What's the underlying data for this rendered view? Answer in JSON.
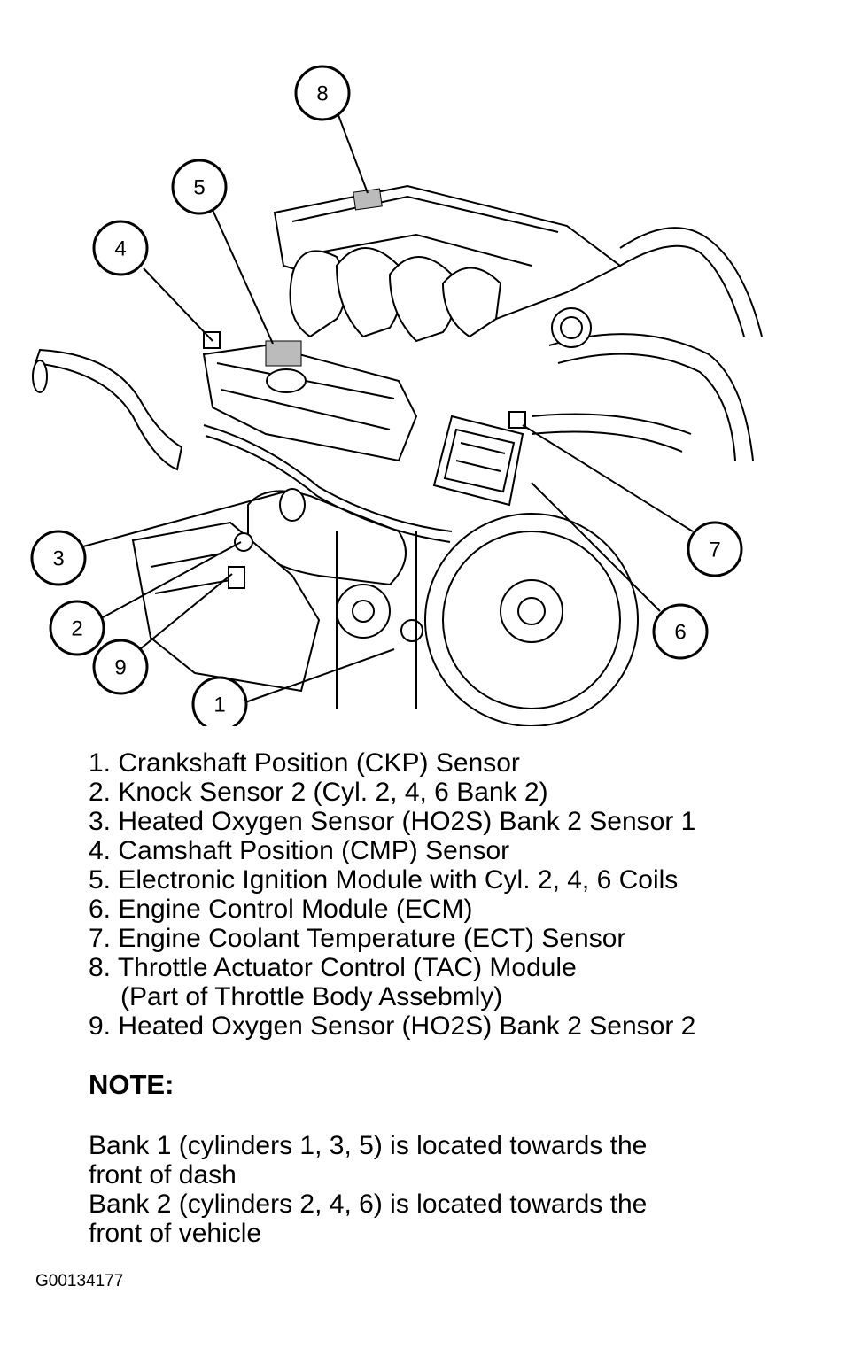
{
  "callouts": [
    "1",
    "2",
    "3",
    "4",
    "5",
    "6",
    "7",
    "8",
    "9"
  ],
  "legend": {
    "items": [
      "1. Crankshaft Position (CKP) Sensor",
      "2. Knock Sensor 2 (Cyl. 2, 4, 6 Bank 2)",
      "3. Heated Oxygen Sensor (HO2S) Bank 2 Sensor 1",
      "4. Camshaft Position (CMP) Sensor",
      "5. Electronic Ignition Module with Cyl. 2, 4, 6 Coils",
      "6. Engine Control Module (ECM)",
      "7. Engine Coolant Temperature (ECT) Sensor",
      "8. Throttle Actuator Control (TAC) Module",
      "(Part of Throttle Body Assebmly)",
      "9. Heated Oxygen Sensor (HO2S) Bank 2 Sensor 2"
    ]
  },
  "note": {
    "heading": "NOTE:",
    "lines": [
      "Bank 1 (cylinders 1, 3, 5) is located towards the",
      "front of dash",
      "Bank 2 (cylinders 2, 4, 6) is located towards the",
      "front of vehicle"
    ]
  },
  "figure_id": "G00134177"
}
